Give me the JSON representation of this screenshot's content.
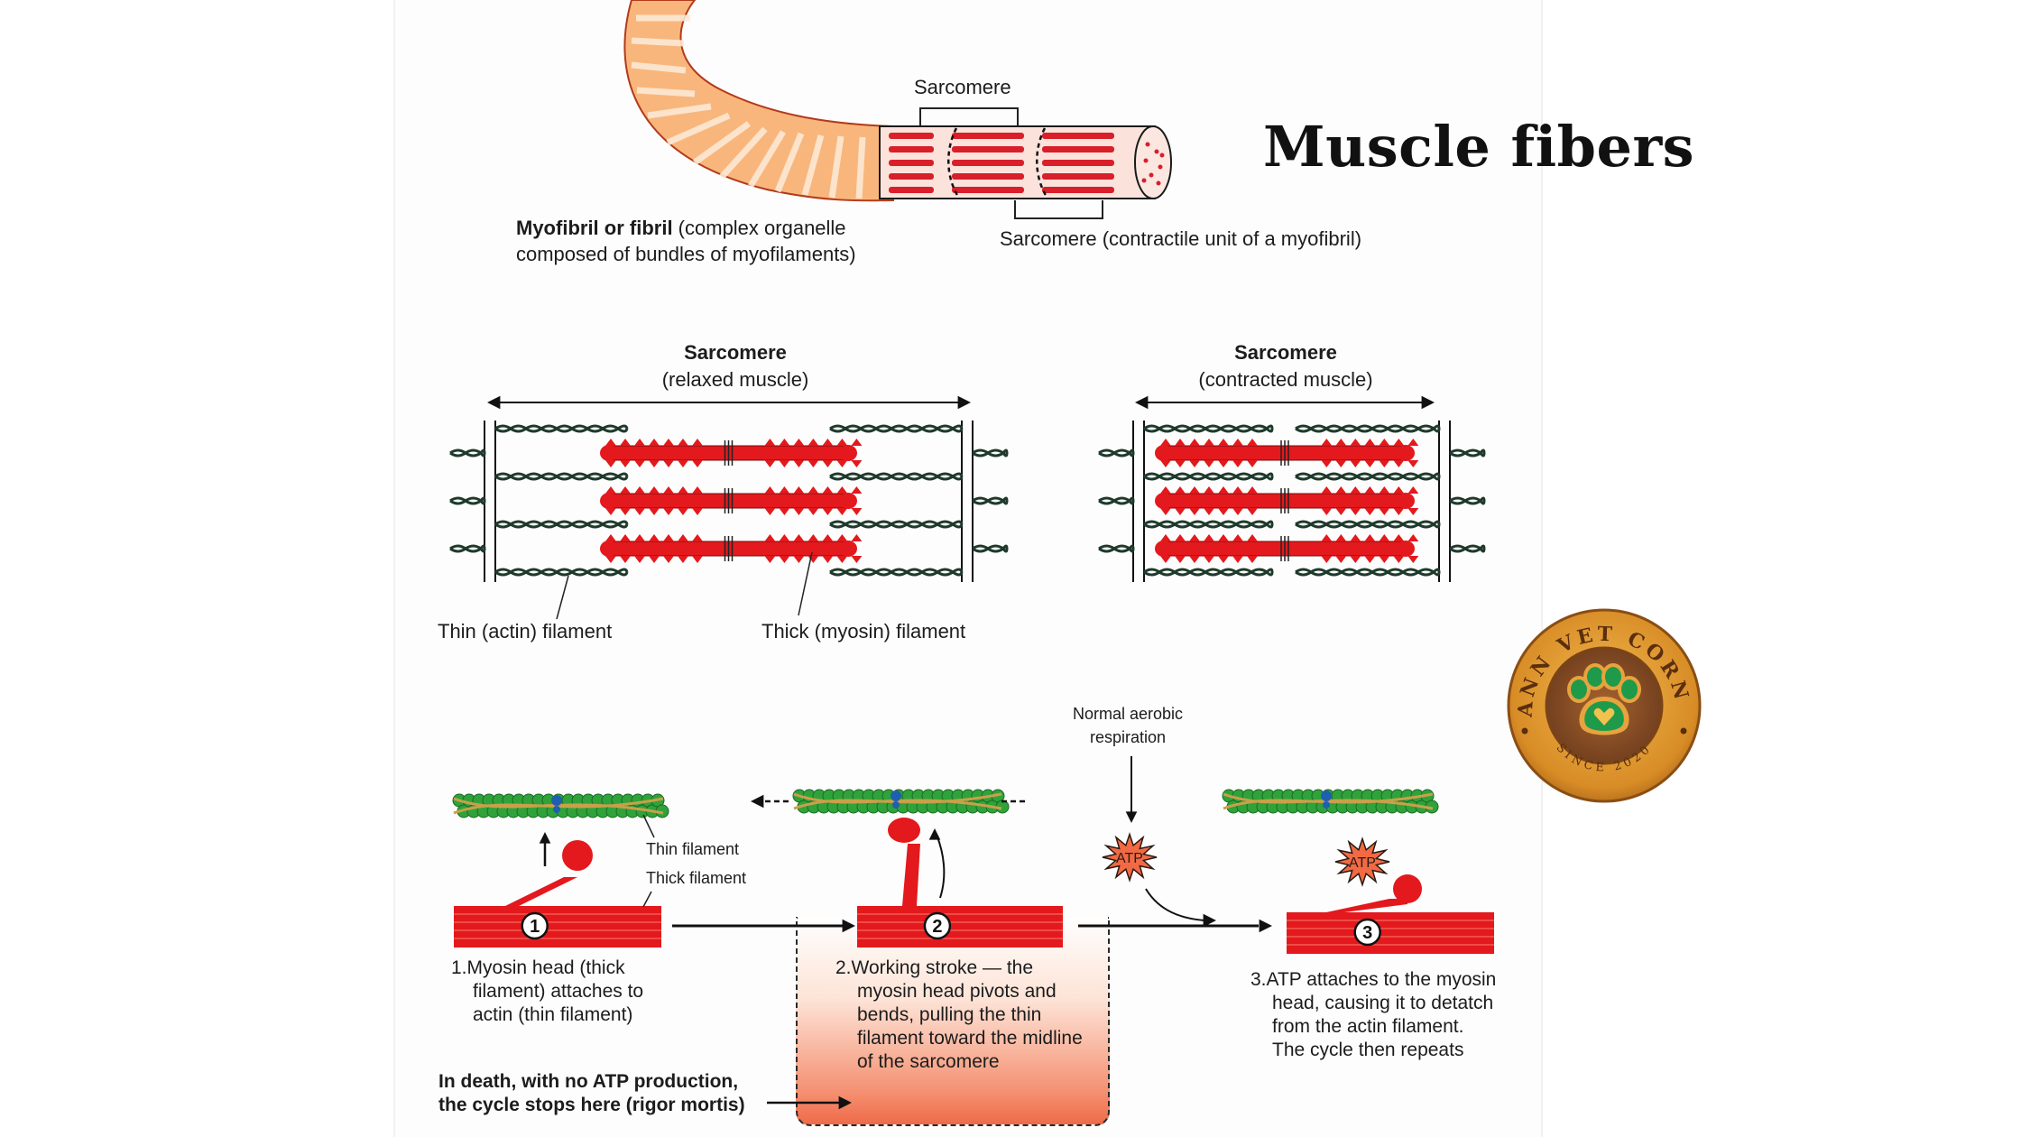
{
  "title": "Muscle fibers",
  "top_figure": {
    "sarcomere_top_label": "Sarcomere",
    "myofibril_bold": "Myofibril or fibril",
    "myofibril_rest_line1": " (complex organelle",
    "myofibril_line2": "composed of bundles of myofilaments)",
    "sarcomere_bottom_label": "Sarcomere (contractile unit of a myofibril)"
  },
  "sarcomere_relaxed": {
    "title": "Sarcomere",
    "subtitle": "(relaxed muscle)",
    "thin_label": "Thin (actin) filament",
    "thick_label": "Thick (myosin) filament"
  },
  "sarcomere_contracted": {
    "title": "Sarcomere",
    "subtitle": "(contracted muscle)"
  },
  "cycle": {
    "aerobic_line1": "Normal aerobic",
    "aerobic_line2": "respiration",
    "atp_label": "ATP",
    "thin_filament_label": "Thin filament",
    "thick_filament_label": "Thick filament",
    "steps": [
      {
        "number": "1",
        "lead": "1.",
        "lines": [
          "Myosin head (thick",
          "filament) attaches to",
          "actin (thin filament)"
        ]
      },
      {
        "number": "2",
        "lead": "2.",
        "lines": [
          "Working stroke — the",
          "myosin head pivots and",
          "bends, pulling the thin",
          "filament toward the midline",
          "of the sarcomere"
        ]
      },
      {
        "number": "3",
        "lead": "3.",
        "lines": [
          "ATP attaches to the myosin",
          "head, causing it to detatch",
          "from the actin filament.",
          "The cycle then repeats"
        ]
      }
    ],
    "rigor_line1": "In death, with no ATP production,",
    "rigor_line2": "the cycle stops here (rigor mortis)"
  },
  "logo": {
    "arc_text": "MANN VET CORNER",
    "since_text": "SINCE 2020",
    "icon": "paw-heart-icon"
  },
  "colors": {
    "myosin_red": "#e3191d",
    "actin_dark": "#1f3a2c",
    "actin_green": "#2fa33a",
    "fiber_orange": "#f6b27a",
    "logo_gold": "#d9942e",
    "logo_green": "#1f9a4b"
  }
}
